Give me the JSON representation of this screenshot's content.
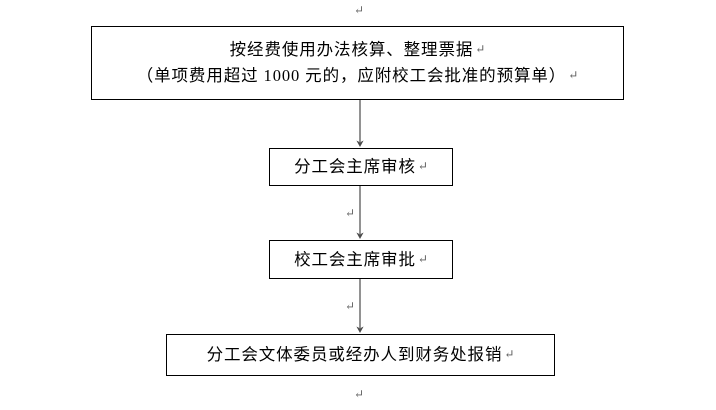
{
  "document": {
    "type": "flowchart",
    "orientation": "vertical-top-down",
    "background_color": "#ffffff",
    "line_color": "#000000",
    "text_color": "#000000",
    "return_mark": "↵"
  },
  "nodes": [
    {
      "id": "intake",
      "label_line_1": "按经费使用办法核算、整理票据",
      "label_line_2": "（单项费用超过 1000 元的，应附校工会批准的预算单）",
      "return_mark_1": "↵",
      "return_mark_2": "↵",
      "shape": "rectangle"
    },
    {
      "id": "branch-chair-review",
      "label": "分工会主席审核",
      "return_mark": "↵",
      "shape": "rectangle"
    },
    {
      "id": "school-chair-approval",
      "label": "校工会主席审批",
      "return_mark": "↵",
      "shape": "rectangle"
    },
    {
      "id": "reimbursement",
      "label": "分工会文体委员或经办人到财务处报销",
      "return_mark": "↵",
      "shape": "rectangle"
    }
  ],
  "connectors": [
    {
      "id": "connector-1",
      "from": "intake",
      "to": "branch-chair-review",
      "style": "arrow-down"
    },
    {
      "id": "connector-2",
      "from": "branch-chair-review",
      "to": "school-chair-approval",
      "style": "arrow-down"
    },
    {
      "id": "connector-3",
      "from": "school-chair-approval",
      "to": "reimbursement",
      "style": "arrow-down"
    }
  ],
  "loose_marks": {
    "top": "↵",
    "between_1_2": "↵",
    "between_2_3": "↵",
    "bottom": "↵"
  }
}
